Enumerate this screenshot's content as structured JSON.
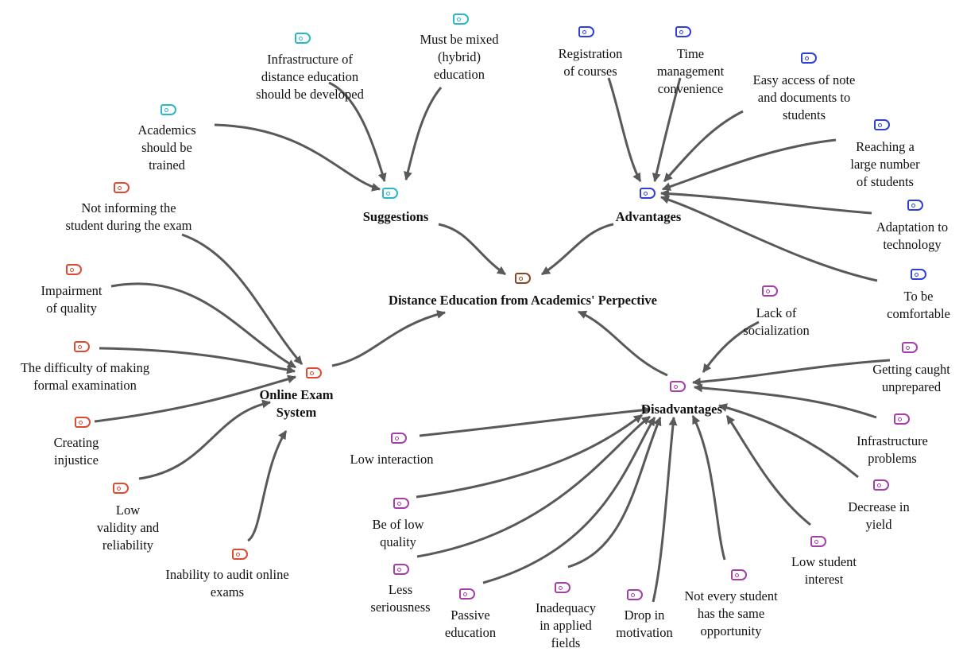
{
  "colors": {
    "edge": "#595959",
    "suggestion": "#2ab7c9",
    "advantage": "#2f3fd6",
    "exam": "#dd4a33",
    "disadvantage": "#a43fa8",
    "center": "#8a4422"
  },
  "center": {
    "label": "Distance Education from Academics' Perpective",
    "icon": "tag-icon"
  },
  "hubs": {
    "suggestions": {
      "label": "Suggestions",
      "icon": "tag-icon"
    },
    "advantages": {
      "label": "Advantages",
      "icon": "tag-icon"
    },
    "exam": {
      "label": "Online Exam\nSystem",
      "icon": "tag-icon"
    },
    "disadvantages": {
      "label": "Disadvantages",
      "icon": "tag-icon"
    }
  },
  "suggestions": [
    "Academics\nshould be\ntrained",
    "Infrastructure of\ndistance education\nshould be developed",
    "Must be mixed\n(hybrid)\neducation"
  ],
  "advantages": [
    "Registration\nof courses",
    "Time\nmanagement\nconvenience",
    "Easy access of note\nand documents to\nstudents",
    "Reaching a\nlarge number\nof students",
    "Adaptation to\ntechnology",
    "To be\ncomfortable"
  ],
  "exam": [
    "Not informing the\nstudent during the exam",
    "Impairment\nof quality",
    "The difficulty of making\nformal examination",
    "Creating\ninjustice",
    "Low\nvalidity and\nreliability",
    "Inability to audit online\nexams"
  ],
  "disadvantages": [
    "Lack of\nsocialization",
    "Getting caught\nunprepared",
    "Infrastructure\nproblems",
    "Decrease in\nyield",
    "Low student\ninterest",
    "Not every student\nhas the same\nopportunity",
    "Drop in\nmotivation",
    "Inadequacy\nin applied\nfields",
    "Passive\neducation",
    "Less\nseriousness",
    "Be of low\nquality",
    "Low interaction"
  ]
}
